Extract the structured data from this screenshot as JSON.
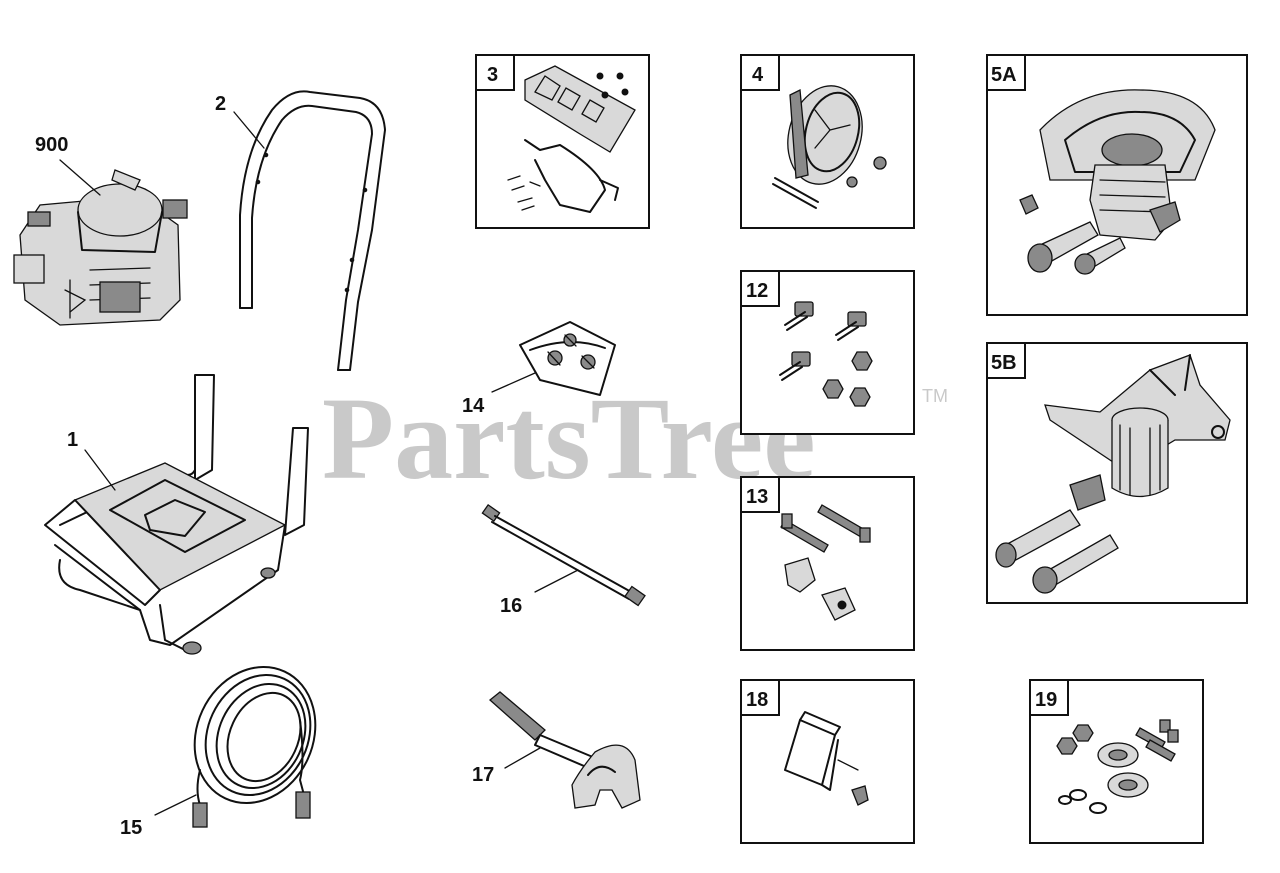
{
  "watermark": {
    "text": "PartsTree",
    "trademark": "TM"
  },
  "parts": [
    {
      "id": "900",
      "kind": "callout",
      "label": "900",
      "part": "engine"
    },
    {
      "id": "2",
      "kind": "callout",
      "label": "2",
      "part": "handle"
    },
    {
      "id": "1",
      "kind": "callout",
      "label": "1",
      "part": "frame"
    },
    {
      "id": "14",
      "kind": "callout",
      "label": "14",
      "part": "hardware bag"
    },
    {
      "id": "16",
      "kind": "callout",
      "label": "16",
      "part": "spray wand"
    },
    {
      "id": "15",
      "kind": "callout",
      "label": "15",
      "part": "high pressure hose"
    },
    {
      "id": "17",
      "kind": "callout",
      "label": "17",
      "part": "spray gun"
    },
    {
      "id": "3",
      "kind": "boxed",
      "label": "3",
      "part": "bracket kit"
    },
    {
      "id": "4",
      "kind": "boxed",
      "label": "4",
      "part": "wheel kit"
    },
    {
      "id": "12",
      "kind": "boxed",
      "label": "12",
      "part": "bolt and nut kit"
    },
    {
      "id": "13",
      "kind": "boxed",
      "label": "13",
      "part": "bolt and knob kit"
    },
    {
      "id": "18",
      "kind": "boxed",
      "label": "18",
      "part": "clip kit"
    },
    {
      "id": "19",
      "kind": "boxed",
      "label": "19",
      "part": "bearing kit"
    },
    {
      "id": "5A",
      "kind": "boxed",
      "label": "5A",
      "part": "pump"
    },
    {
      "id": "5B",
      "kind": "boxed",
      "label": "5B",
      "part": "pump"
    }
  ]
}
